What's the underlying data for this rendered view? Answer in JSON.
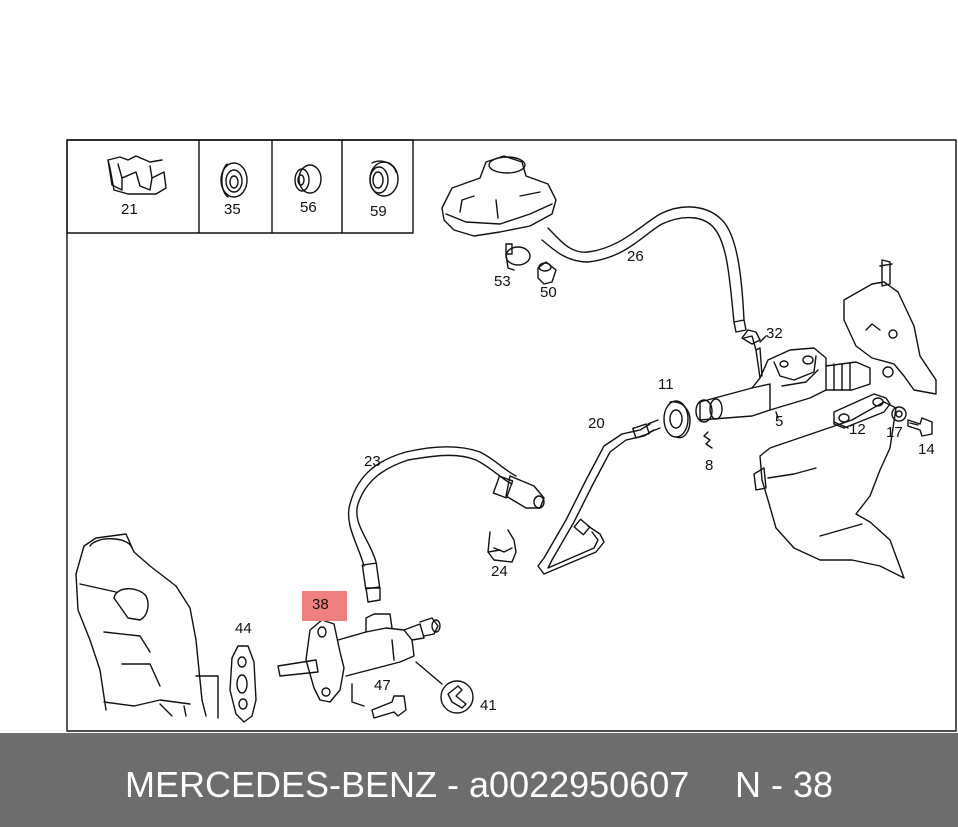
{
  "diagram": {
    "inset_parts": [
      "21",
      "35",
      "56",
      "59"
    ],
    "callouts": {
      "p26": "26",
      "p53": "53",
      "p50": "50",
      "p32": "32",
      "p11": "11",
      "p20": "20",
      "p5": "5",
      "p12": "12",
      "p17": "17",
      "p14": "14",
      "p8": "8",
      "p23": "23",
      "p24": "24",
      "p44": "44",
      "p47": "47",
      "p41": "41"
    },
    "highlighted_part": "38",
    "highlight_color": "#f08080"
  },
  "footer": {
    "brand_part": "MERCEDES-BENZ - a0022950607",
    "position_label": "N - 38",
    "background_color": "#6d6d6d"
  }
}
